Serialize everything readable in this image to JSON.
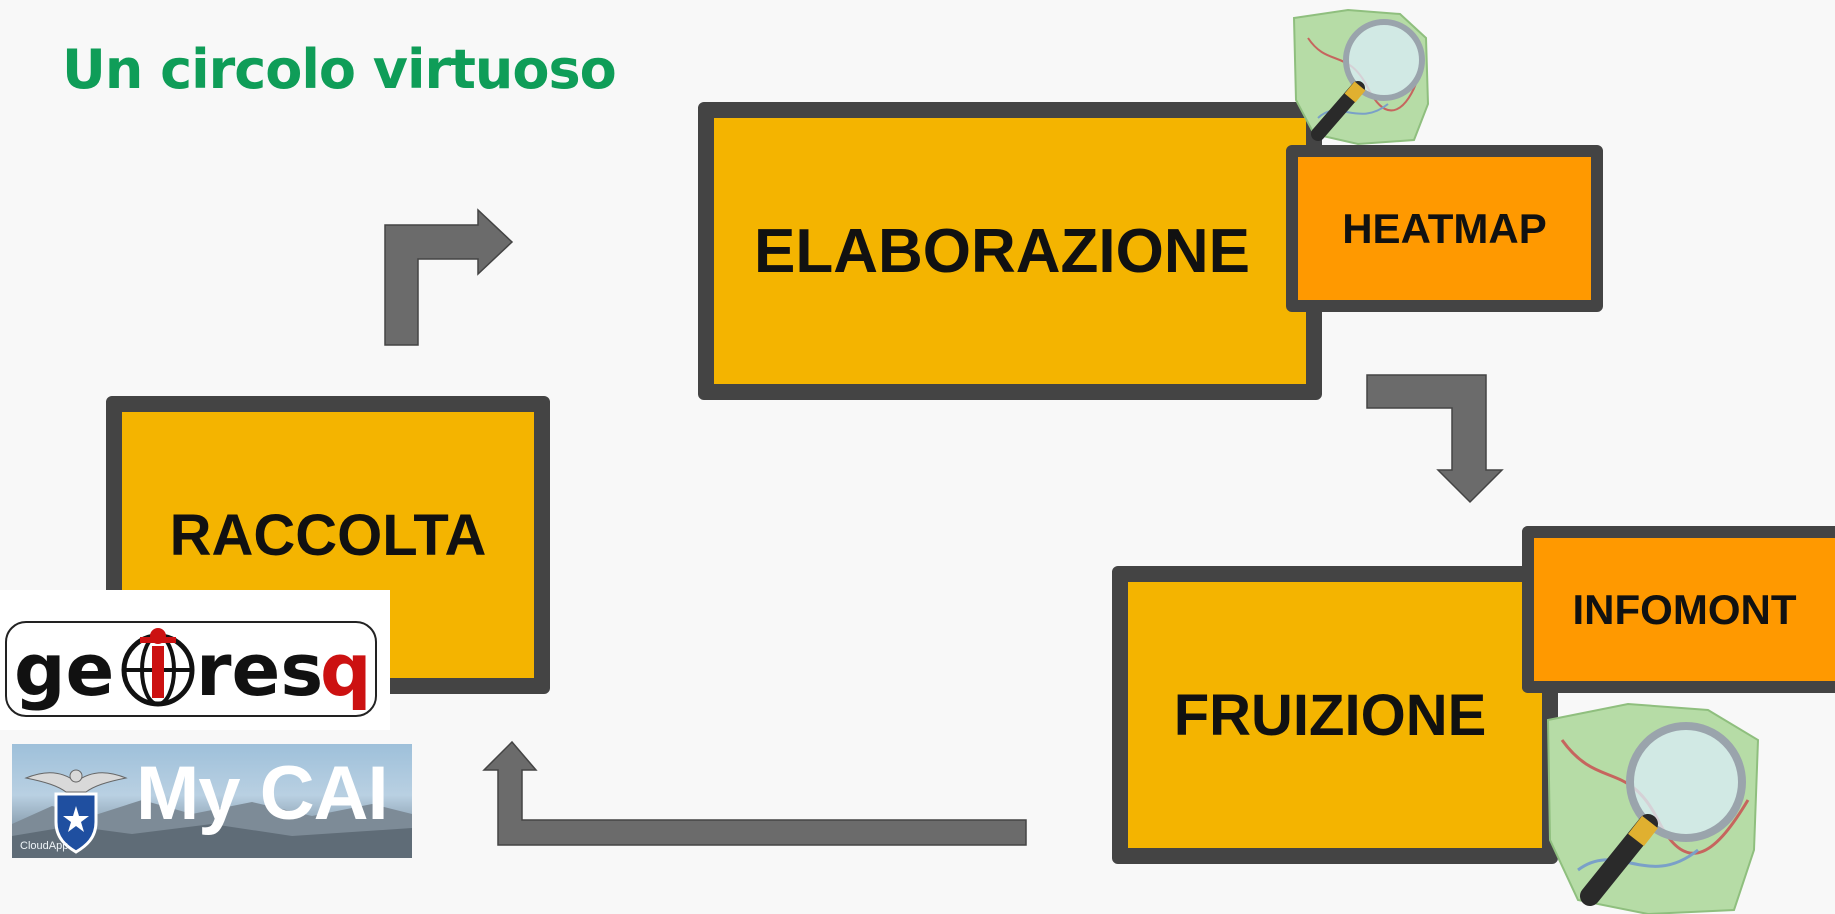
{
  "slide": {
    "title": "Un circolo virtuoso"
  },
  "boxes": {
    "elaborazione": "ELABORAZIONE",
    "heatmap": "HEATMAP",
    "raccolta": "RACCOLTA",
    "fruizione": "FRUIZIONE",
    "infomont": "INFOMONT"
  },
  "logos": {
    "georesq": "georesq",
    "mycai": "My CAI",
    "mycai_badge": "CloudApp"
  },
  "colors": {
    "title": "#0f9d58",
    "box_main": "#f4b400",
    "box_accent": "#ff9900",
    "box_border": "#444444",
    "arrow": "#6b6b6b"
  },
  "icons": [
    "openstreetmap-magnifier-icon",
    "cai-eagle-emblem-icon"
  ]
}
